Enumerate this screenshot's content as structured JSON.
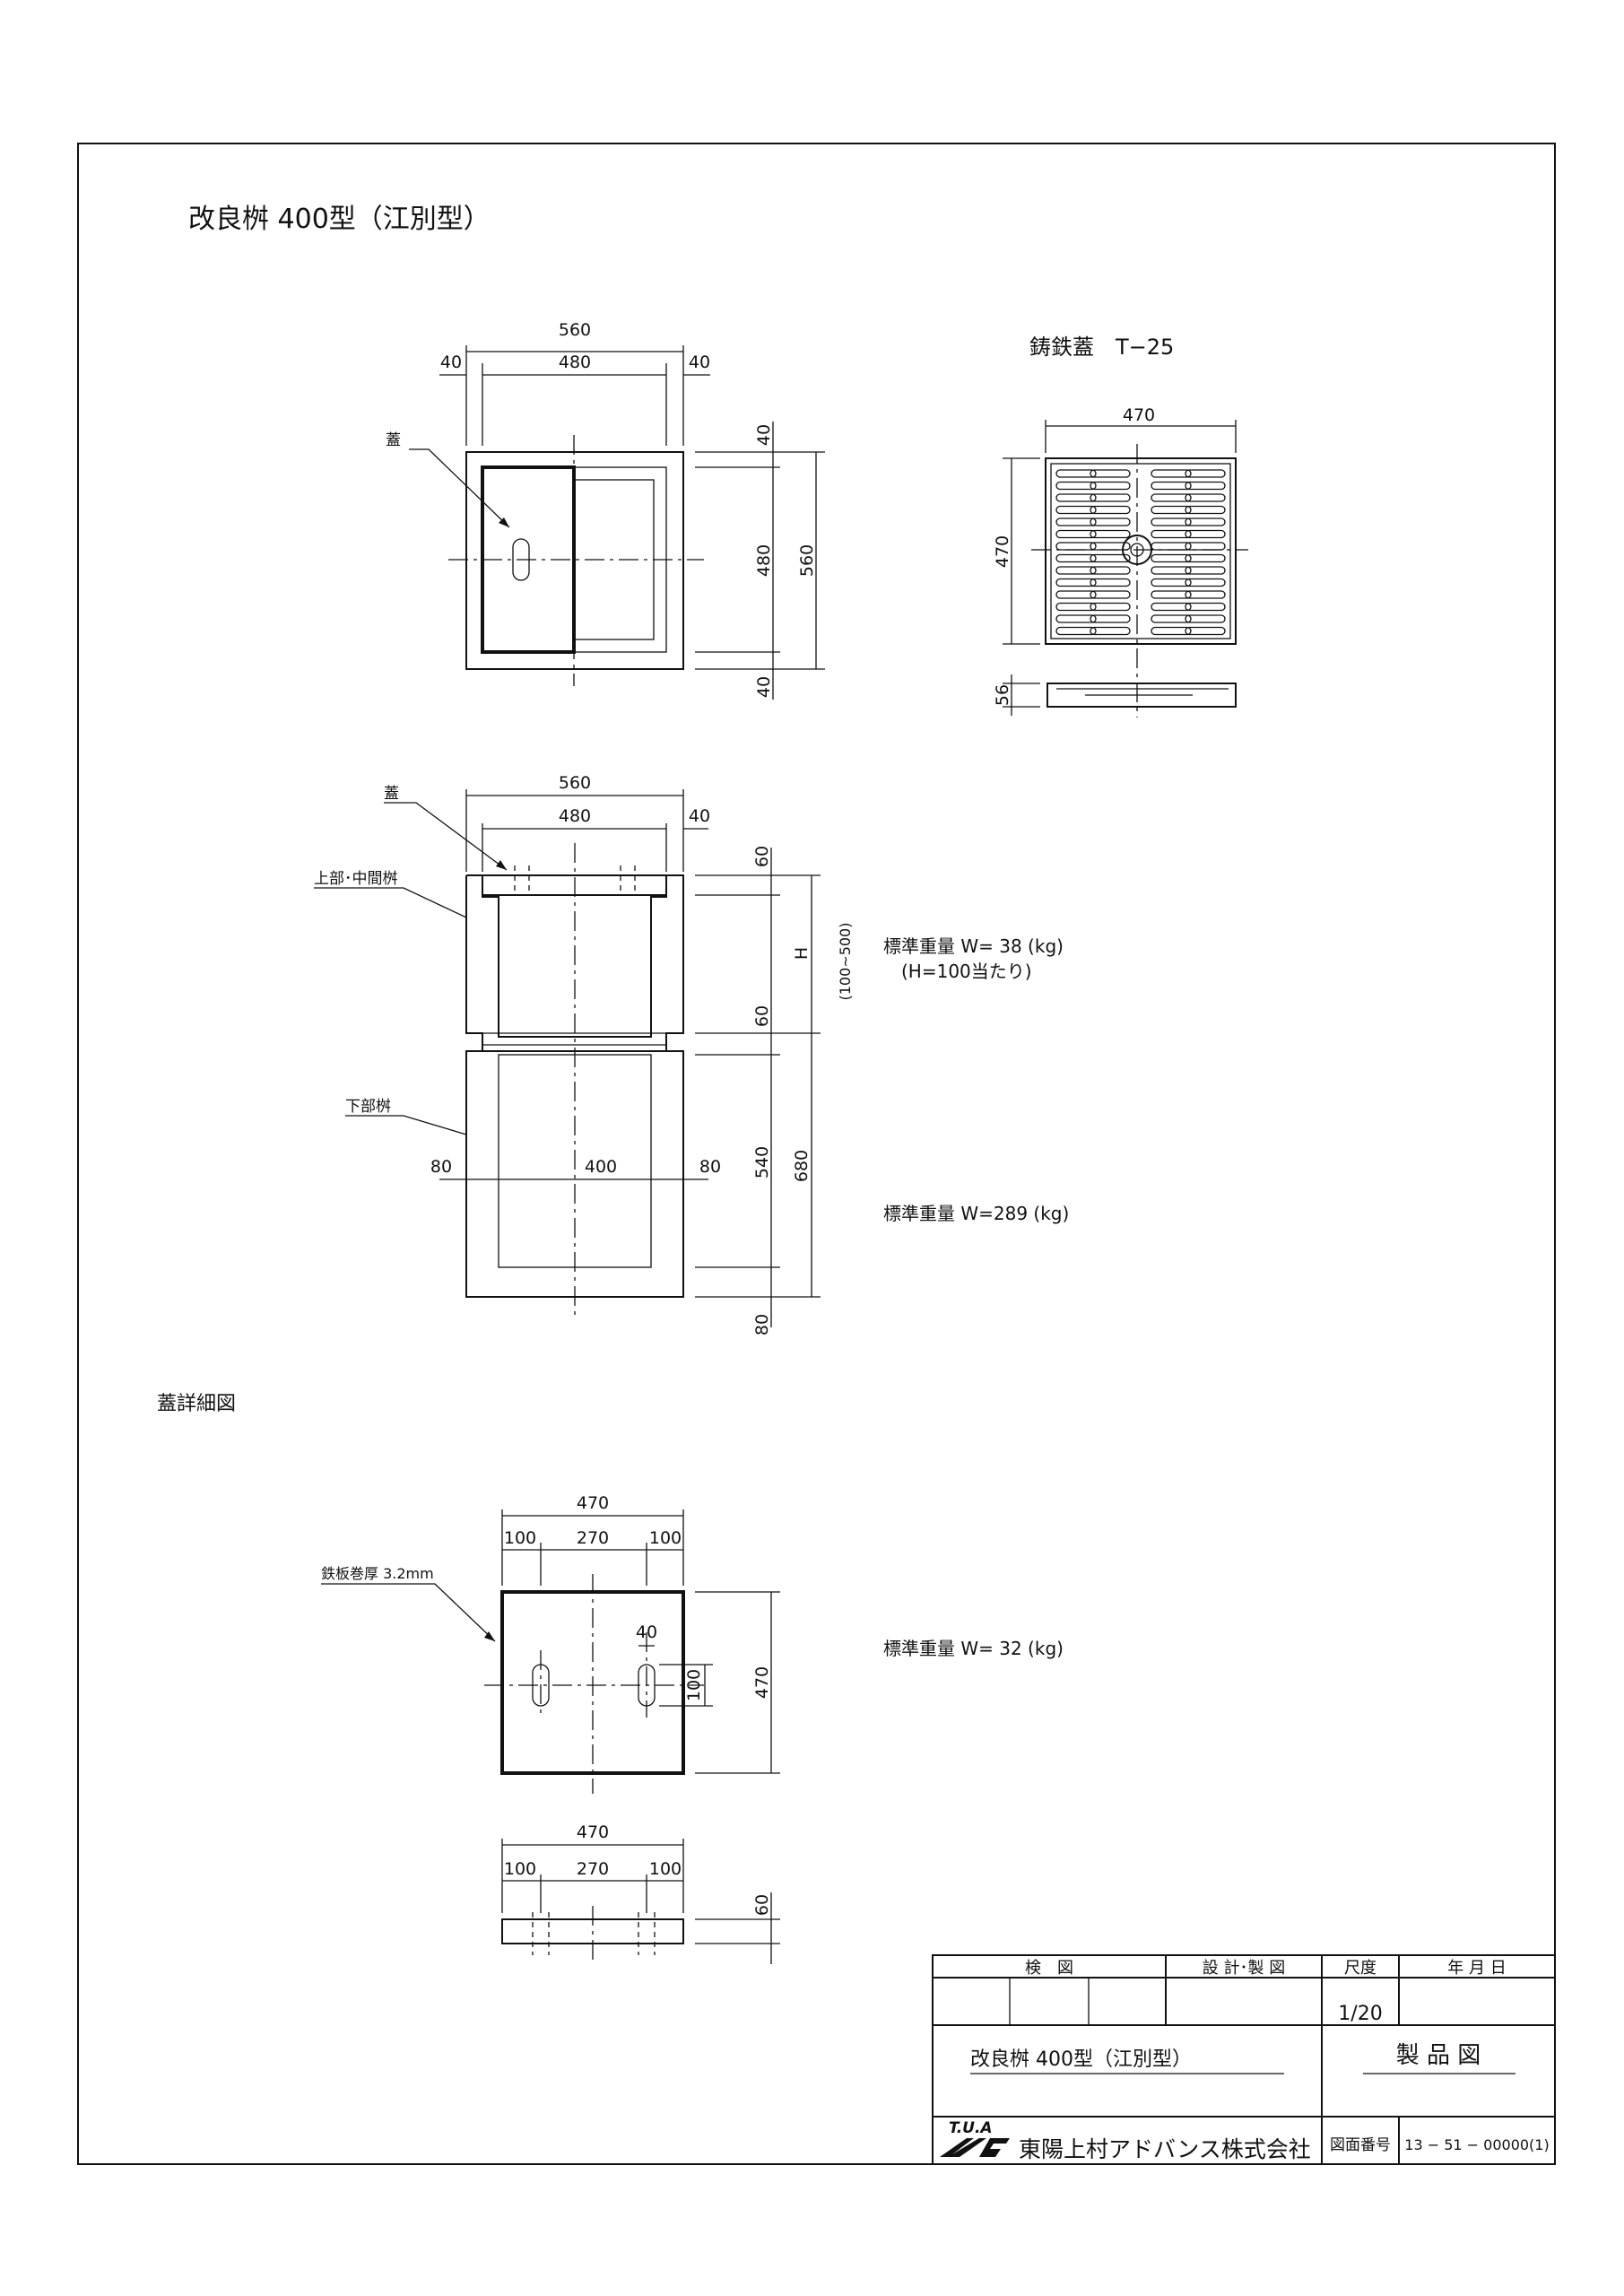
{
  "title": "改良桝 400型（江別型）",
  "top_view": {
    "lid_label": "蓋",
    "dim_overall_w": "560",
    "dim_inner_w": "480",
    "dim_left_margin": "40",
    "dim_right_margin": "40",
    "dim_top_margin": "40",
    "dim_inner_h": "480",
    "dim_overall_h": "560",
    "dim_bottom_margin": "40"
  },
  "cast_lid": {
    "title": "鋳鉄蓋　T−25",
    "dim_w": "470",
    "dim_h": "470",
    "dim_thickness": "56"
  },
  "section_view": {
    "lid_label": "蓋",
    "upper_label": "上部･中間桝",
    "lower_label": "下部桝",
    "dim_overall_w": "560",
    "dim_inner_w": "480",
    "dim_right_margin": "40",
    "dim_lid_t": "60",
    "dim_h": "H",
    "dim_h_range": "(100∼500)",
    "dim_joint_t": "60",
    "dim_lower_inner_h": "540",
    "dim_lower_h": "680",
    "dim_wall_left": "80",
    "dim_lower_inner_w": "400",
    "dim_wall_right": "80",
    "dim_base_t": "80",
    "weight_upper": "標準重量 W= 38 (kg)",
    "weight_upper_note": "(H=100当たり)",
    "weight_lower": "標準重量 W=289 (kg)"
  },
  "lid_detail": {
    "heading": "蓋詳細図",
    "plate_label": "鉄板巻厚 3.2mm",
    "dim_w": "470",
    "dim_left": "100",
    "dim_mid": "270",
    "dim_right": "100",
    "dim_slot_w": "40",
    "dim_slot_h": "100",
    "dim_h": "470",
    "weight": "標準重量 W= 32 (kg)",
    "side_dim_w": "470",
    "side_dim_left": "100",
    "side_dim_mid": "270",
    "side_dim_right": "100",
    "side_dim_t": "60"
  },
  "title_block": {
    "inspect": "検　図",
    "design": "設 計･製 図",
    "scale_label": "尺度",
    "date_label": "年 月 日",
    "scale": "1/20",
    "drawing_title": "改良桝 400型（江別型）",
    "drawing_type": "製 品 図",
    "logo_text": "T.U.A",
    "company": "東陽上村アドバンス株式会社",
    "number_label": "図面番号",
    "number": "13 − 51 − 00000(1)"
  }
}
